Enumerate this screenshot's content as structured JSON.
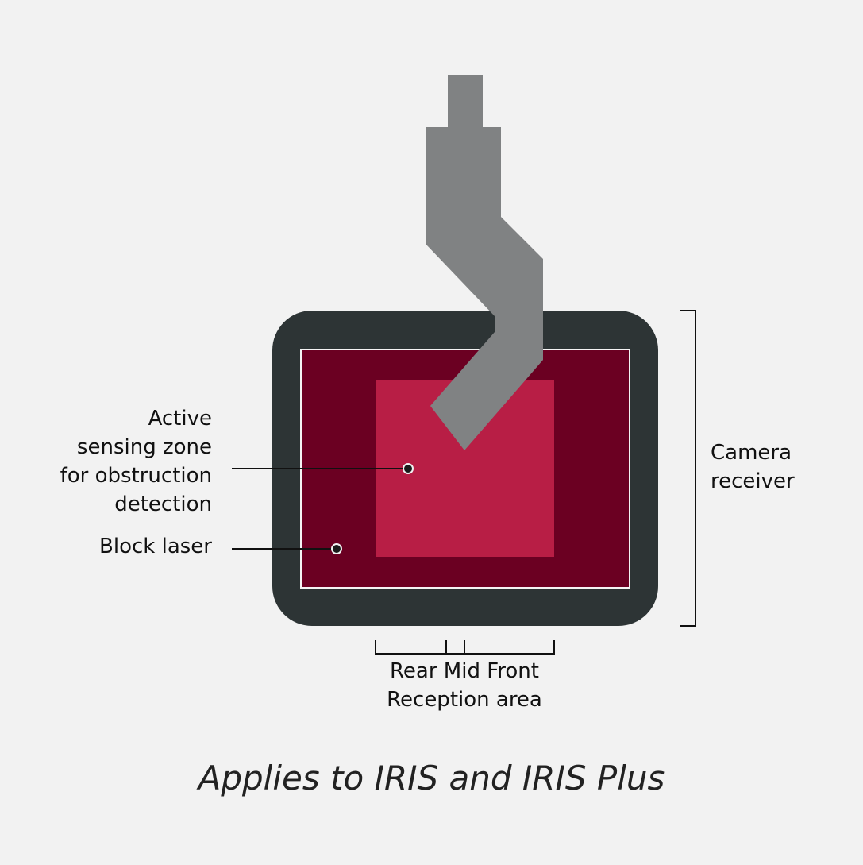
{
  "labels": {
    "active_zone": [
      "Active",
      "sensing zone",
      "for obstruction",
      "detection"
    ],
    "block_laser": "Block laser",
    "camera_receiver": [
      "Camera",
      "receiver"
    ],
    "positions": "Rear Mid Front",
    "reception_area": "Reception area"
  },
  "footer": "Applies to IRIS and IRIS Plus",
  "colors": {
    "background": "#f2f2f2",
    "housing": "#2d3435",
    "outer_field": "#6b0022",
    "sensing_zone": "#b81e45",
    "tool": "#808283",
    "text": "#111111"
  }
}
